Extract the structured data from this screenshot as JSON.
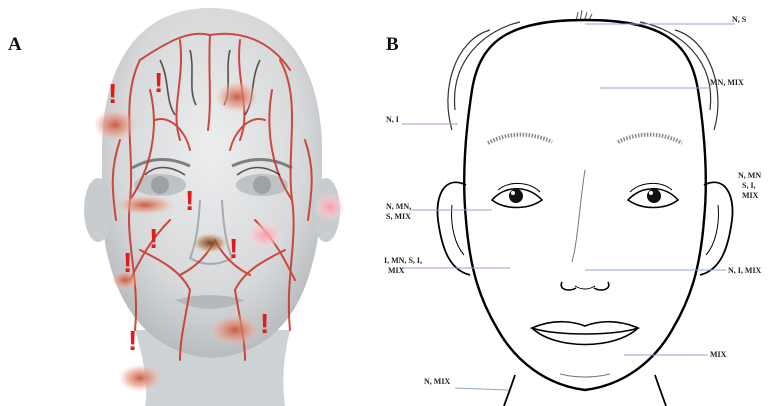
{
  "panels": {
    "a": {
      "letter": "A"
    },
    "b": {
      "letter": "B"
    }
  },
  "labels": {
    "top": "N, S",
    "forehead": "MN, MIX",
    "temple": "N, I",
    "eye_right_1": "N, MN",
    "eye_right_2": "S, I,",
    "eye_right_3": "MIX",
    "eye_left_1": "N, MN,",
    "eye_left_2": "S, MIX",
    "cheek_left_1": "I, MN, S, I,",
    "cheek_left_2": "MIX",
    "cheek_right": "N, I, MIX",
    "chin": "MIX",
    "neck": "N, MIX"
  },
  "colors": {
    "vessel": "#c9392b",
    "warning": "#e01b1b",
    "face_skin": "#d9dbdc",
    "outline": "#111111",
    "pointer": "#8fa8c8"
  }
}
